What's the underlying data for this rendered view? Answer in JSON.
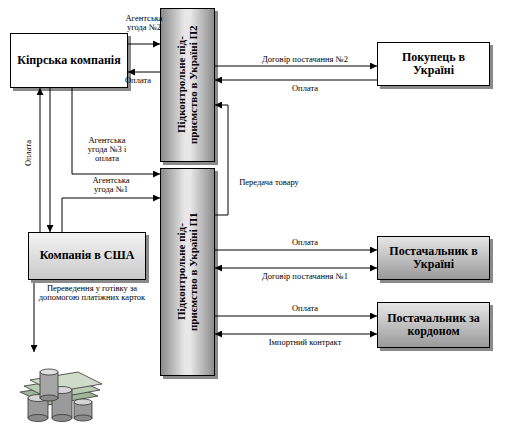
{
  "diagram": {
    "nodes": [
      {
        "text": [
          "Кіпрська компанія"
        ]
      },
      {
        "text": [
          "Підконтрольне під- приємство в Україні П2"
        ]
      },
      {
        "text": [
          "Покупець в Україні"
        ]
      },
      {
        "text": [
          "Підконтрольне під- приємство в Україні П1"
        ]
      },
      {
        "text": [
          "Компанія в США"
        ]
      },
      {
        "text": [
          "Постачальник в Україні"
        ]
      },
      {
        "text": [
          "Постачальник за кордоном"
        ]
      }
    ],
    "edges": [
      {
        "from": 0,
        "to": 1,
        "arrow": "to",
        "label": "Агентська угода №2"
      },
      {
        "from": 1,
        "to": 0,
        "arrow": "to",
        "label": "Оплата"
      },
      {
        "from": 1,
        "to": 2,
        "arrow": "to",
        "label": "Договір постачання №2"
      },
      {
        "from": 2,
        "to": 1,
        "arrow": "to",
        "label": "Оплата"
      },
      {
        "from": 0,
        "to": 3,
        "arrow": "to",
        "label": "Агентська угода №3 і оплата"
      },
      {
        "from": 4,
        "to": 3,
        "arrow": "to",
        "label": "Агентська угода №1"
      },
      {
        "from": 4,
        "to": 0,
        "arrow": "to",
        "label": "Оплата"
      },
      {
        "from": 0,
        "to": 4,
        "arrow": "to"
      },
      {
        "from": 3,
        "to": 1,
        "arrow": "to",
        "label": "Передача товару"
      },
      {
        "from": 3,
        "to": 5,
        "arrow": "to",
        "label": "Оплата"
      },
      {
        "from": 3,
        "to": 5,
        "arrow": "both",
        "label": "Договір постачання №1"
      },
      {
        "from": 3,
        "to": 6,
        "arrow": "to",
        "label": "Оплата"
      },
      {
        "from": 3,
        "to": 6,
        "arrow": "both",
        "label": "Імпортний контракт"
      }
    ],
    "labels": [
      "Переведення у готівку за допомогою платіжних карток"
    ]
  }
}
